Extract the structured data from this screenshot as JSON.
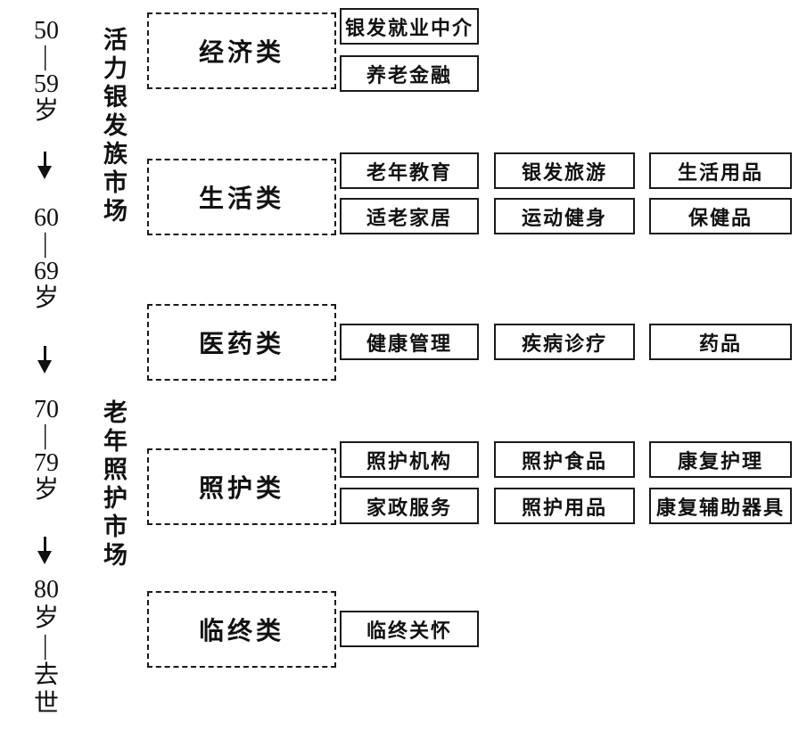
{
  "page": {
    "background_color": "#ffffff",
    "line_color": "#1a1a1a"
  },
  "age_axis": {
    "groups": [
      {
        "lines": [
          "50",
          "—",
          "59",
          "岁"
        ]
      },
      {
        "lines": [
          "60",
          "—",
          "69",
          "岁"
        ]
      },
      {
        "lines": [
          "70",
          "—",
          "79",
          "岁"
        ]
      },
      {
        "lines": [
          "80",
          "岁",
          "—",
          "去",
          "世"
        ]
      }
    ],
    "arrow_icon": "down-arrow"
  },
  "markets": [
    {
      "label": "活力银发族市场"
    },
    {
      "label": "老年照护市场"
    }
  ],
  "categories": [
    {
      "label": "经济类",
      "items": [
        "银发就业中介",
        "养老金融"
      ]
    },
    {
      "label": "生活类",
      "items": [
        "老年教育",
        "银发旅游",
        "生活用品",
        "适老家居",
        "运动健身",
        "保健品"
      ]
    },
    {
      "label": "医药类",
      "items": [
        "健康管理",
        "疾病诊疗",
        "药品"
      ]
    },
    {
      "label": "照护类",
      "items": [
        "照护机构",
        "照护食品",
        "康复护理",
        "家政服务",
        "照护用品",
        "康复辅助器具"
      ]
    },
    {
      "label": "临终类",
      "items": [
        "临终关怀"
      ]
    }
  ]
}
